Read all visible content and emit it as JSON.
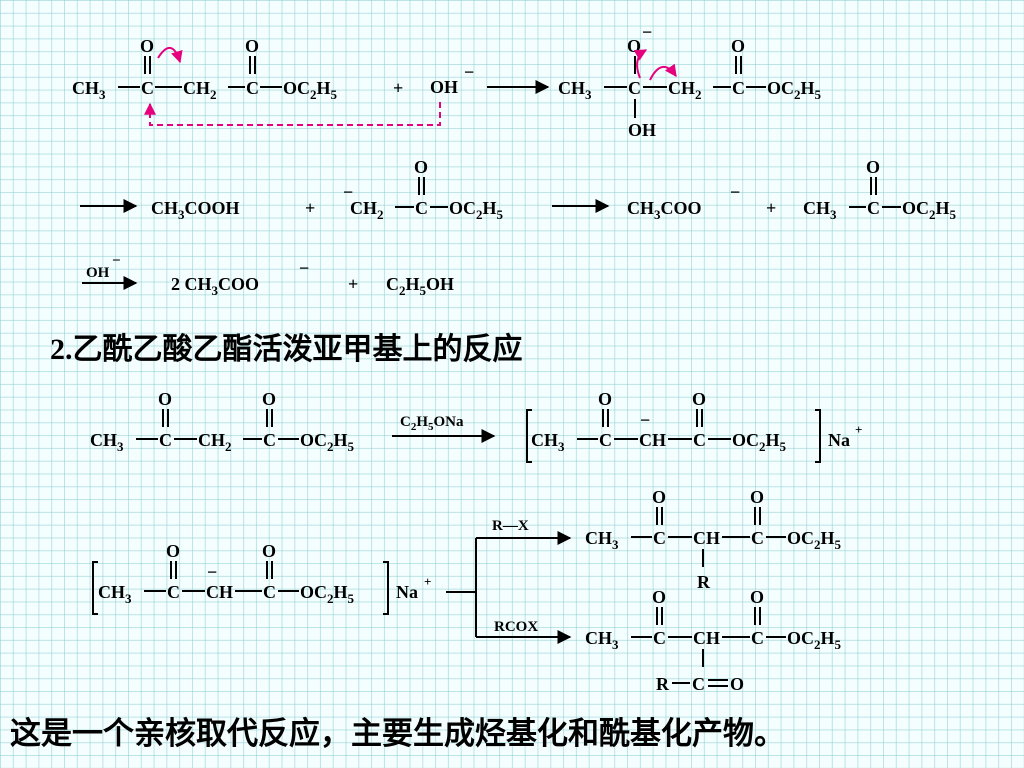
{
  "section": {
    "number": "2.",
    "heading": "乙酰乙酸乙酯活泼亚甲基上的反应"
  },
  "conclusion": "这是一个亲核取代反应，主要生成烃基化和酰基化产物。",
  "colors": {
    "arrow_accent": "#e6007e"
  },
  "labels": {
    "C2H5ONa": "C2H5ONa",
    "R_X": "R—X",
    "RCOX": "RCOX",
    "OH_minus": "OH",
    "minus": "−",
    "plus": "+",
    "O": "O"
  }
}
